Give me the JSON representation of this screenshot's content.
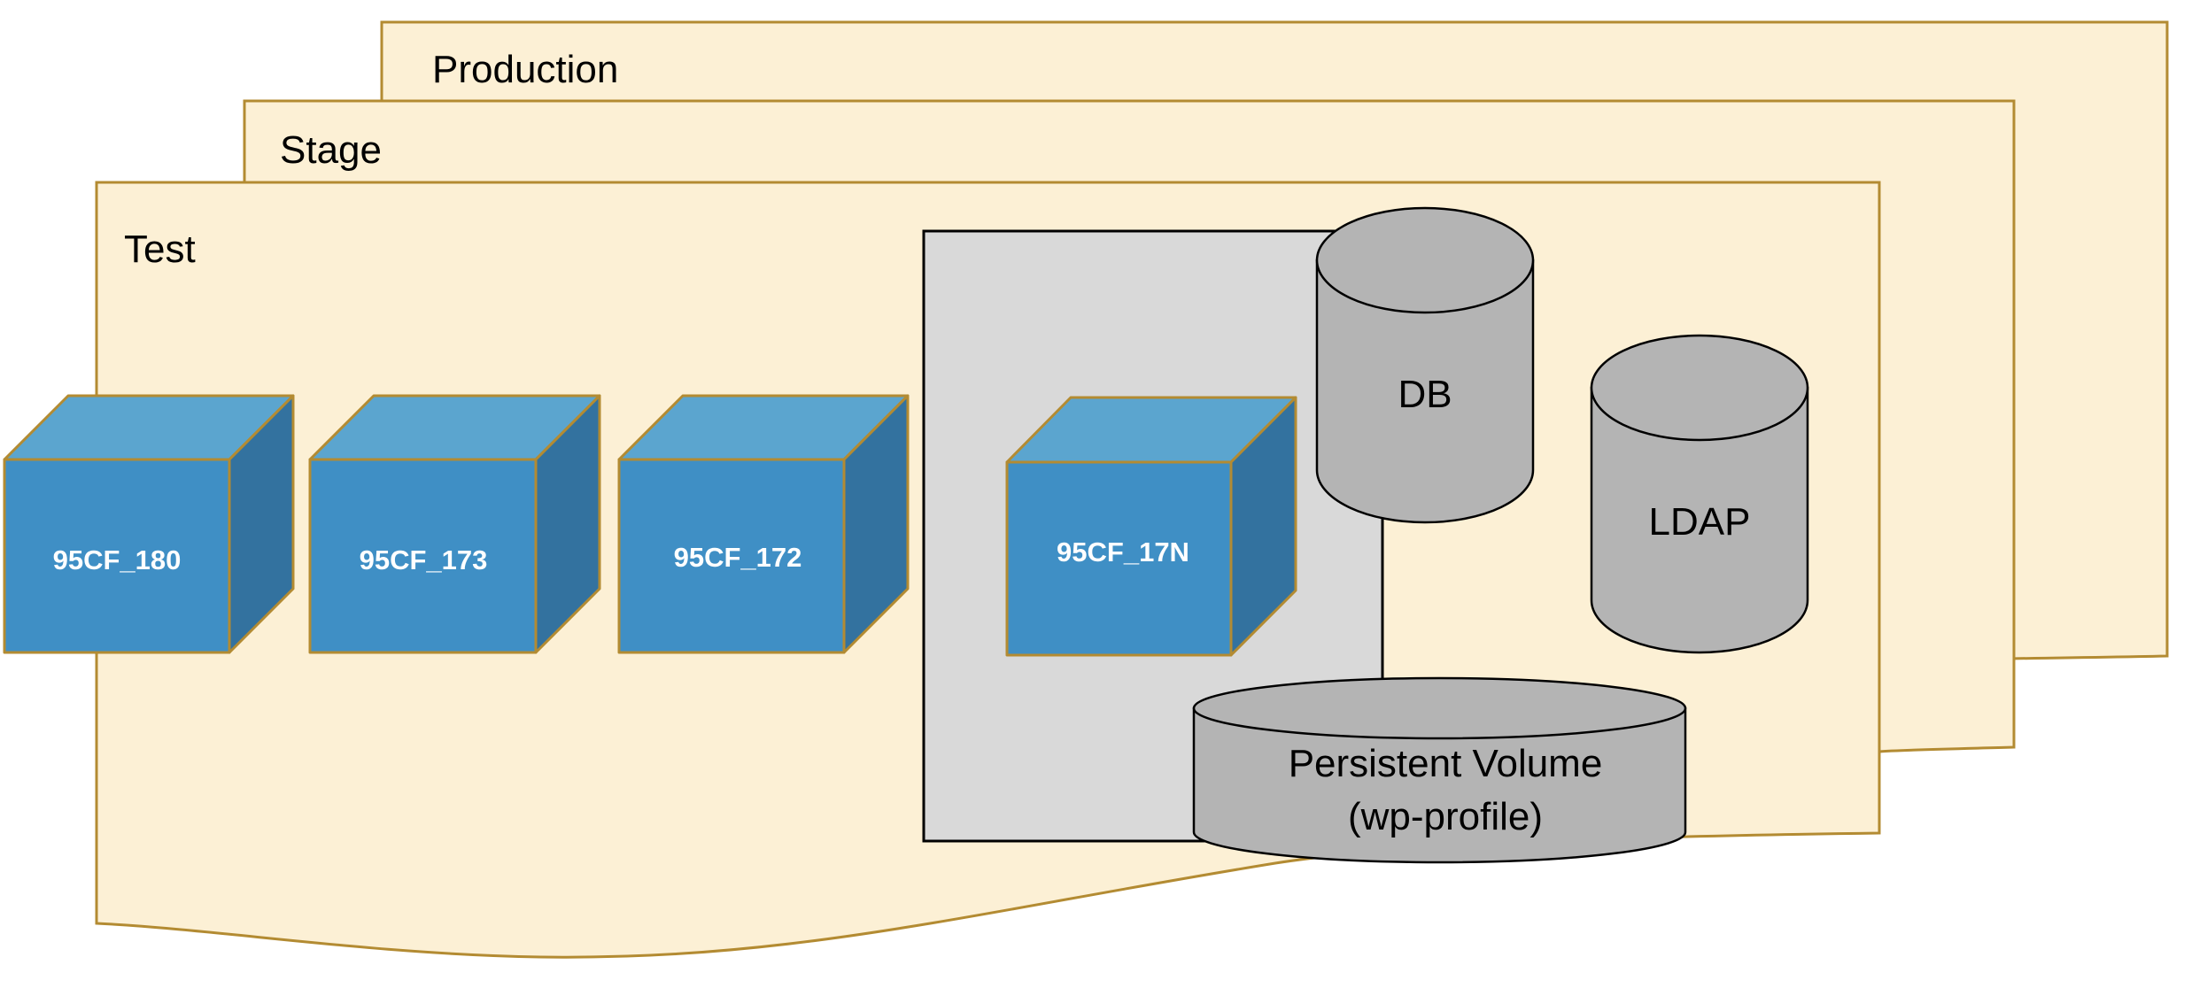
{
  "diagram": {
    "environments": [
      {
        "id": "production",
        "label": "Production"
      },
      {
        "id": "stage",
        "label": "Stage"
      },
      {
        "id": "test",
        "label": "Test"
      }
    ],
    "nodes": [
      {
        "id": "node-180",
        "label": "95CF_180"
      },
      {
        "id": "node-173",
        "label": "95CF_173"
      },
      {
        "id": "node-172",
        "label": "95CF_172"
      },
      {
        "id": "node-17n",
        "label": "95CF_17N"
      }
    ],
    "storage": {
      "db": {
        "label": "DB"
      },
      "ldap": {
        "label": "LDAP"
      },
      "persistent_volume": {
        "label_line1": "Persistent Volume",
        "label_line2": "(wp-profile)"
      }
    },
    "colors": {
      "panel_fill": "#FCF0D5",
      "panel_border": "#B38B32",
      "cube_top": "#5BA5CF",
      "cube_front": "#3F8FC5",
      "cube_side": "#33729F",
      "cluster_fill": "#D9D9D9",
      "cylinder_fill": "#B4B4B4"
    }
  }
}
